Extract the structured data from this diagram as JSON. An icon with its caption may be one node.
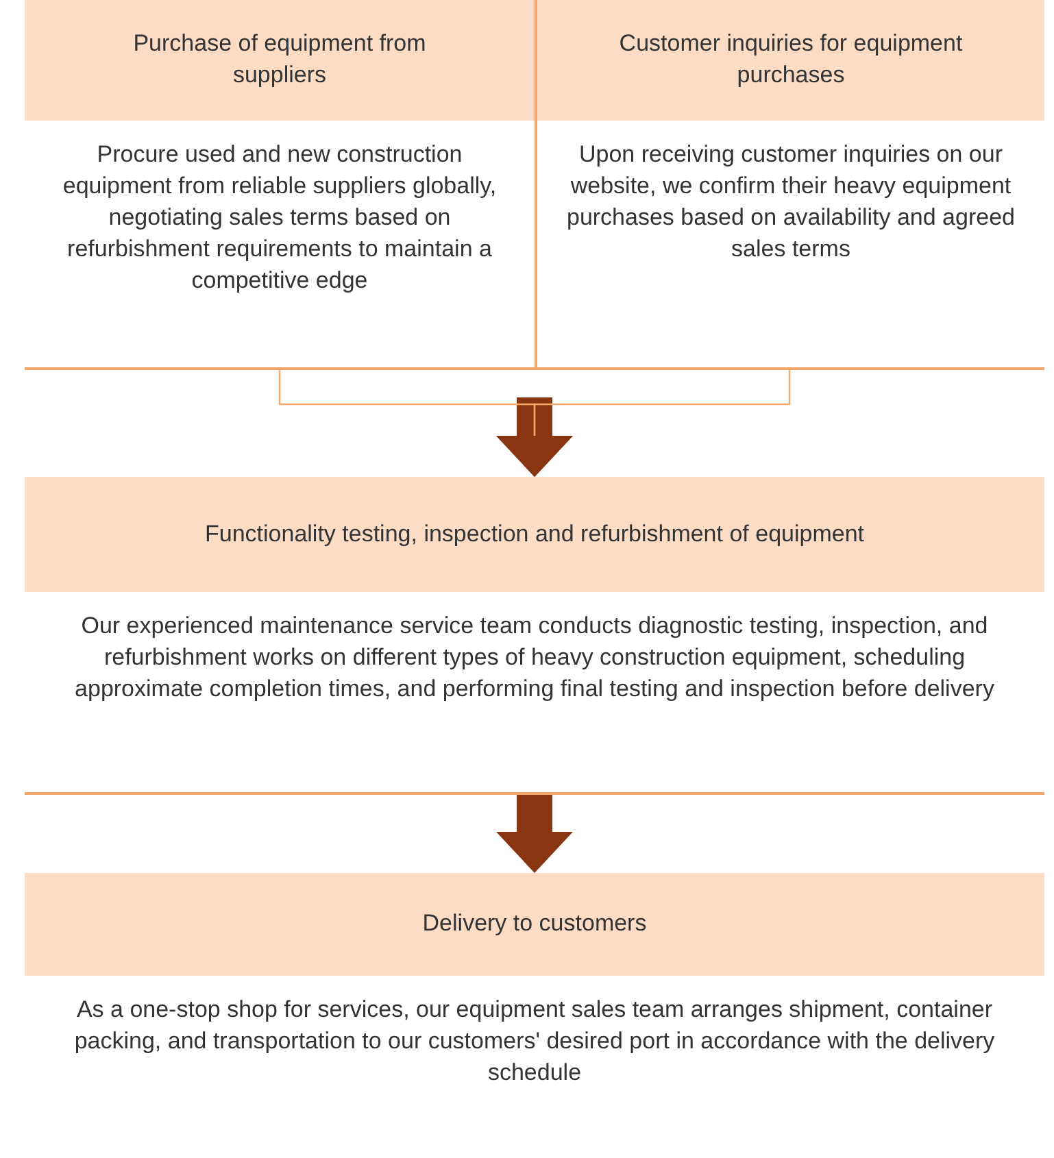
{
  "diagram": {
    "nodes": [
      {
        "text": [
          "Purchase of equipment from suppliers",
          "Procure used and new construction equipment from reliable suppliers globally, negotiating sales terms based on refurbishment requirements to maintain a competitive edge"
        ]
      },
      {
        "text": [
          "Customer inquiries for equipment purchases",
          "Upon receiving customer inquiries on our website, we confirm their heavy equipment purchases based on availability and agreed sales terms"
        ]
      },
      {
        "text": [
          "Functionality testing, inspection and refurbishment of equipment",
          "Our experienced maintenance service team conducts diagnostic testing, inspection, and refurbishment works on different types of heavy construction equipment, scheduling approximate completion times, and performing final testing and inspection before delivery"
        ]
      },
      {
        "text": [
          "Delivery to customers",
          "As a one-stop shop for services, our equipment sales team arranges shipment, container packing, and transportation to our customers' desired port in accordance with the delivery schedule"
        ]
      }
    ],
    "edges": [
      {
        "from": 0,
        "to": 2,
        "arrow": "to"
      },
      {
        "from": 1,
        "to": 2,
        "arrow": "to"
      },
      {
        "from": 2,
        "to": 3,
        "arrow": "to",
        "style": "thick",
        "color": "#8a3512"
      }
    ]
  }
}
